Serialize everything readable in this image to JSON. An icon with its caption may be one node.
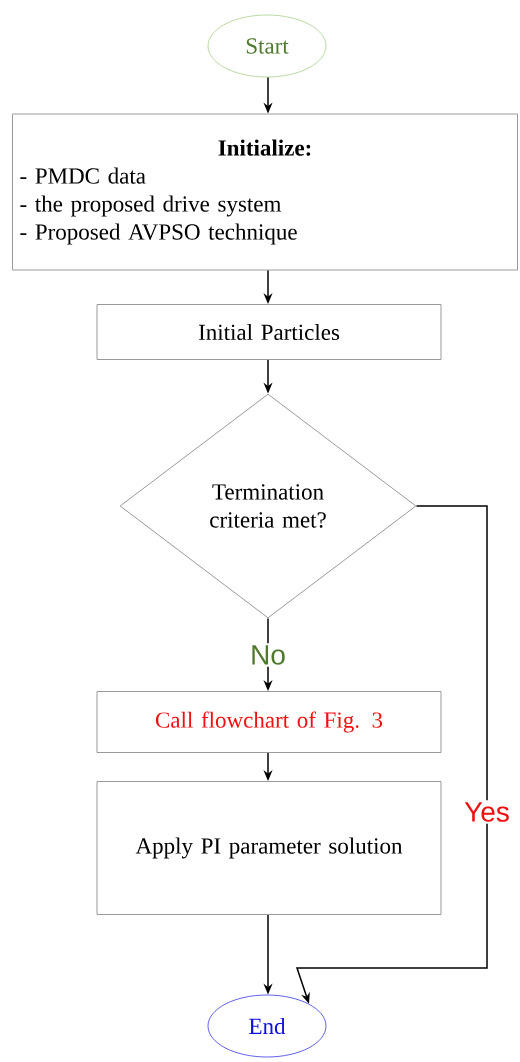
{
  "diagram": {
    "nodes": [
      {
        "text": [
          "Start"
        ]
      },
      {
        "text": [
          "Initialize:",
          "- PMDC data",
          "- the proposed drive system",
          "- Proposed AVPSO technique"
        ]
      },
      {
        "text": [
          "Initial Particles"
        ]
      },
      {
        "text": [
          "Termination criteria met?"
        ]
      },
      {
        "text": [
          "Call flowchart of Fig. 3"
        ]
      },
      {
        "text": [
          "Apply PI parameter solution"
        ]
      },
      {
        "text": [
          "End"
        ]
      }
    ],
    "edges": [
      {
        "from": 0,
        "to": 1,
        "arrow": "to"
      },
      {
        "from": 1,
        "to": 2,
        "arrow": "to"
      },
      {
        "from": 2,
        "to": 3,
        "arrow": "to"
      },
      {
        "from": 3,
        "to": 4,
        "arrow": "to",
        "label": "No"
      },
      {
        "from": 4,
        "to": 5,
        "arrow": "to"
      },
      {
        "from": 5,
        "to": 6,
        "arrow": "to"
      },
      {
        "from": 3,
        "to": 6,
        "arrow": "to",
        "label": "Yes"
      }
    ]
  }
}
